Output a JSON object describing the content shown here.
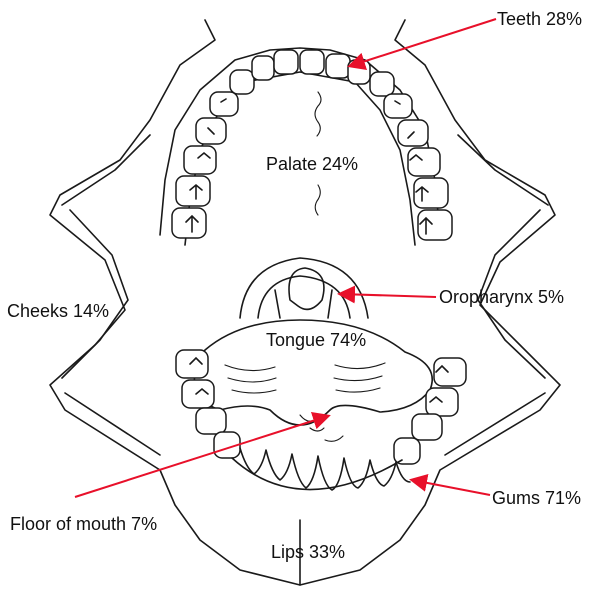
{
  "colors": {
    "arrow": "#e8102a",
    "ink": "#1a1a1a",
    "background": "#ffffff"
  },
  "labels": {
    "teeth": "Teeth 28%",
    "palate": "Palate 24%",
    "oropharynx": "Oropharynx 5%",
    "cheeks": "Cheeks 14%",
    "tongue": "Tongue 74%",
    "gums": "Gums 71%",
    "floor_of_mouth": "Floor of mouth 7%",
    "lips": "Lips 33%"
  }
}
